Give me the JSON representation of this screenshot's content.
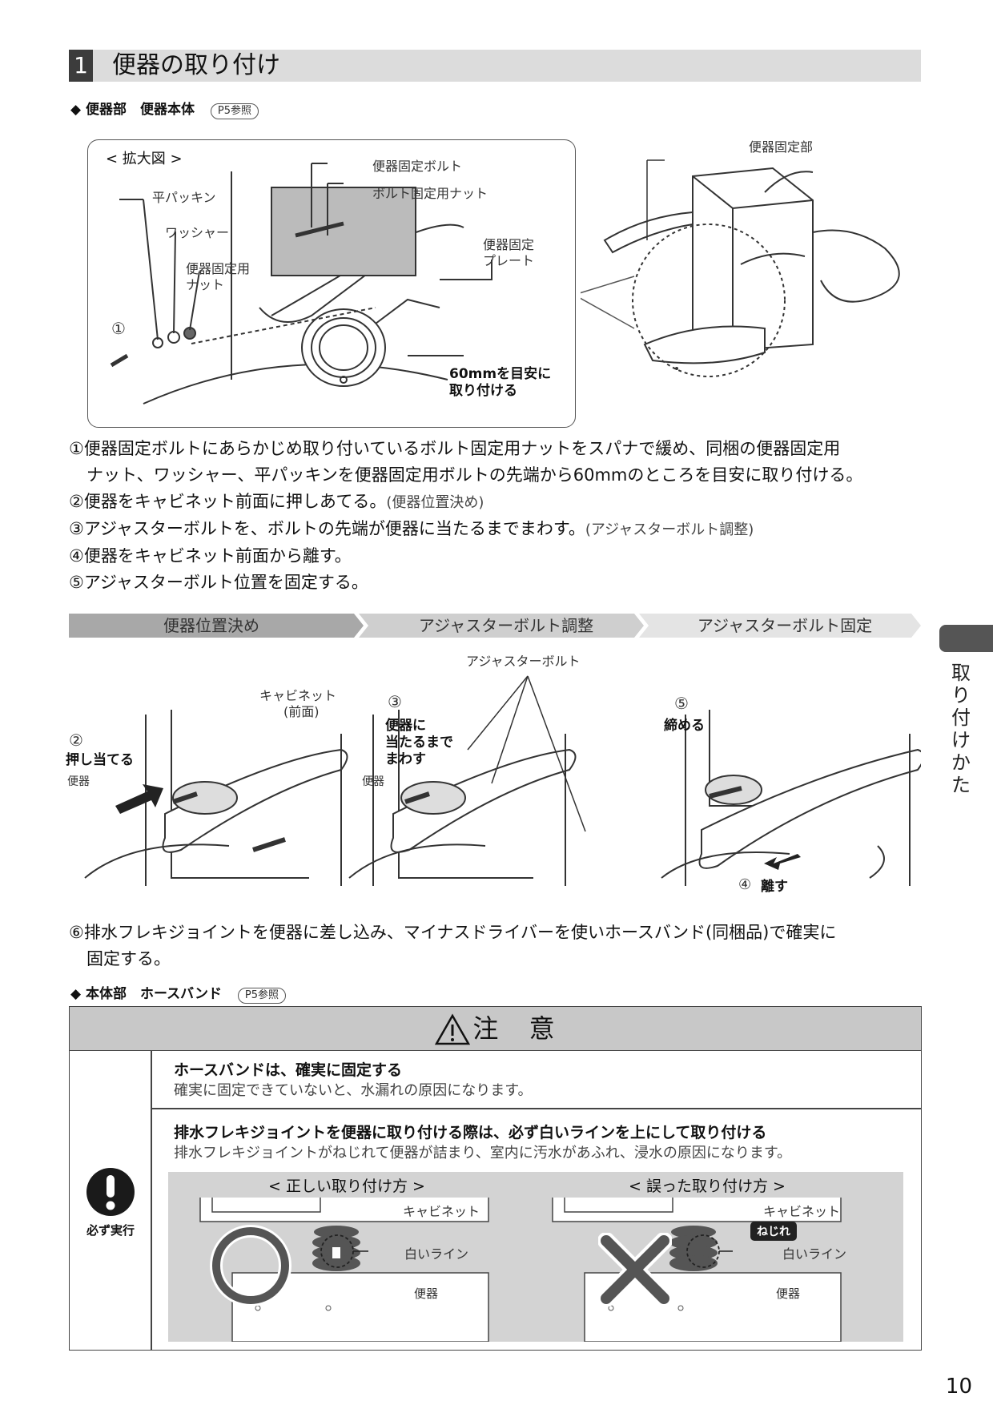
{
  "header": {
    "number": "1",
    "title": "便器の取り付け"
  },
  "part1": {
    "bullet": "◆",
    "label": "便器部　便器本体",
    "ref": "P5参照"
  },
  "zoom": {
    "title": "< 拡大図 >",
    "bolt": "便器固定ボルト",
    "bolt_nut": "ボルト固定用ナット",
    "flat_packing": "平パッキン",
    "washer": "ワッシャー",
    "fix_nut_1": "便器固定用",
    "fix_nut_2": "ナット",
    "plate_1": "便器固定",
    "plate_2": "プレート",
    "circle1": "①",
    "dist_1": "60mmを目安に",
    "dist_2": "取り付ける"
  },
  "fix_part": "便器固定部",
  "steps": [
    {
      "text": "①便器固定ボルトにあらかじめ取り付いているボルト固定用ナットをスパナで緩め、同梱の便器固定用"
    },
    {
      "text": "ナット、ワッシャー、平パッキンを便器固定用ボルトの先端から60mmのところを目安に取り付ける。"
    },
    {
      "text": "②便器をキャビネット前面に押しあてる。",
      "note": "(便器位置決め)"
    },
    {
      "text": "③アジャスターボルトを、ボルトの先端が便器に当たるまでまわす。",
      "note": "(アジャスターボルト調整)"
    },
    {
      "text": "④便器をキャビネット前面から離す。"
    },
    {
      "text": "⑤アジャスターボルト位置を固定する。"
    }
  ],
  "flow": [
    "便器位置決め",
    "アジャスターボルト調整",
    "アジャスターボルト固定"
  ],
  "fig": {
    "cabinet_1": "キャビネット",
    "cabinet_2": "(前面)",
    "c2": "②",
    "push": "押し当てる",
    "toilet": "便器",
    "adjuster": "アジャスターボルト",
    "c3": "③",
    "turn_1": "便器に",
    "turn_2": "当たるまで",
    "turn_3": "まわす",
    "toilet_b": "便器",
    "c5": "⑤",
    "tighten": "締める",
    "c4": "④",
    "separate": "離す"
  },
  "step6": [
    "⑥排水フレキジョイントを便器に差し込み、マイナスドライバーを使いホースバンド(同梱品)で確実に",
    "固定する。"
  ],
  "part2": {
    "bullet": "◆",
    "label": "本体部　ホースバンド",
    "ref": "P5参照"
  },
  "caution": {
    "title": "注 意",
    "must": "必ず実行",
    "item1_title": "ホースバンドは、確実に固定する",
    "item1_desc": "確実に固定できていないと、水漏れの原因になります。",
    "item2_title": "排水フレキジョイントを便器に取り付ける際は、必ず白いラインを上にして取り付ける",
    "item2_desc": "排水フレキジョイントがねじれて便器が詰まり、室内に汚水があふれ、浸水の原因になります。",
    "correct": "< 正しい取り付け方 >",
    "wrong": "< 誤った取り付け方 >",
    "cabinet": "キャビネット",
    "white_line": "白いライン",
    "toilet": "便器",
    "twist": "ねじれ"
  },
  "side_tab": "取り付けかた",
  "page": "10"
}
